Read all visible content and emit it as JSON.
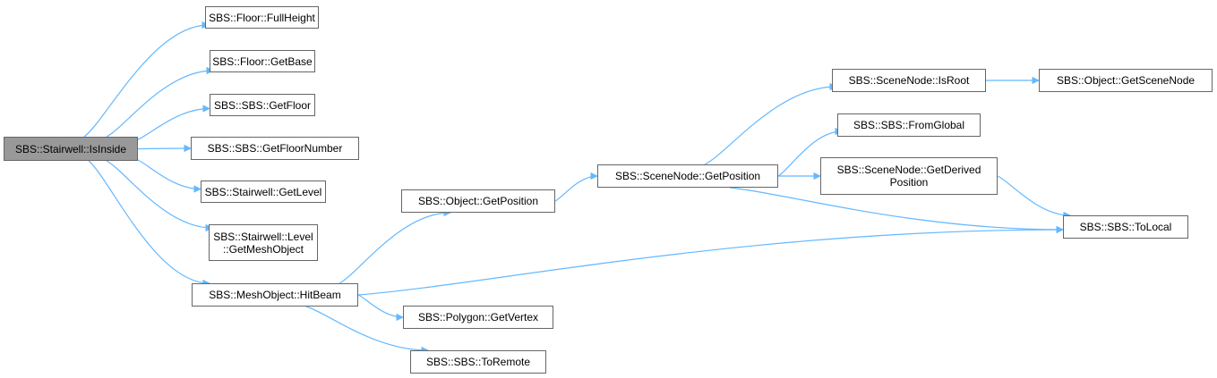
{
  "graph": {
    "edge_color": "#63b8ff",
    "root_fill": "#999999",
    "node_border": "#666666",
    "nodes": [
      {
        "id": "n_root",
        "label": "SBS::Stairwell::IsInside",
        "root": true
      },
      {
        "id": "n_fullheight",
        "label": "SBS::Floor::FullHeight"
      },
      {
        "id": "n_getbase",
        "label": "SBS::Floor::GetBase"
      },
      {
        "id": "n_getfloor",
        "label": "SBS::SBS::GetFloor"
      },
      {
        "id": "n_getfloornumber",
        "label": "SBS::SBS::GetFloorNumber"
      },
      {
        "id": "n_getlevel",
        "label": "SBS::Stairwell::GetLevel"
      },
      {
        "id": "n_getmeshobject",
        "label": "SBS::Stairwell::Level\n::GetMeshObject"
      },
      {
        "id": "n_hitbeam",
        "label": "SBS::MeshObject::HitBeam"
      },
      {
        "id": "n_obj_getposition",
        "label": "SBS::Object::GetPosition"
      },
      {
        "id": "n_getvertex",
        "label": "SBS::Polygon::GetVertex"
      },
      {
        "id": "n_toremote",
        "label": "SBS::SBS::ToRemote"
      },
      {
        "id": "n_sn_getposition",
        "label": "SBS::SceneNode::GetPosition"
      },
      {
        "id": "n_isroot",
        "label": "SBS::SceneNode::IsRoot"
      },
      {
        "id": "n_fromglobal",
        "label": "SBS::SBS::FromGlobal"
      },
      {
        "id": "n_getderivedposition",
        "label": "SBS::SceneNode::GetDerived\nPosition"
      },
      {
        "id": "n_getscenenode",
        "label": "SBS::Object::GetSceneNode"
      },
      {
        "id": "n_tolocal",
        "label": "SBS::SBS::ToLocal"
      }
    ],
    "edges": [
      {
        "from": "n_root",
        "to": "n_fullheight"
      },
      {
        "from": "n_root",
        "to": "n_getbase"
      },
      {
        "from": "n_root",
        "to": "n_getfloor"
      },
      {
        "from": "n_root",
        "to": "n_getfloornumber"
      },
      {
        "from": "n_root",
        "to": "n_getlevel"
      },
      {
        "from": "n_root",
        "to": "n_getmeshobject"
      },
      {
        "from": "n_root",
        "to": "n_hitbeam"
      },
      {
        "from": "n_hitbeam",
        "to": "n_obj_getposition"
      },
      {
        "from": "n_hitbeam",
        "to": "n_getvertex"
      },
      {
        "from": "n_hitbeam",
        "to": "n_toremote"
      },
      {
        "from": "n_hitbeam",
        "to": "n_tolocal"
      },
      {
        "from": "n_obj_getposition",
        "to": "n_sn_getposition"
      },
      {
        "from": "n_sn_getposition",
        "to": "n_isroot"
      },
      {
        "from": "n_sn_getposition",
        "to": "n_fromglobal"
      },
      {
        "from": "n_sn_getposition",
        "to": "n_getderivedposition"
      },
      {
        "from": "n_sn_getposition",
        "to": "n_tolocal"
      },
      {
        "from": "n_isroot",
        "to": "n_getscenenode"
      },
      {
        "from": "n_getderivedposition",
        "to": "n_tolocal"
      }
    ]
  }
}
